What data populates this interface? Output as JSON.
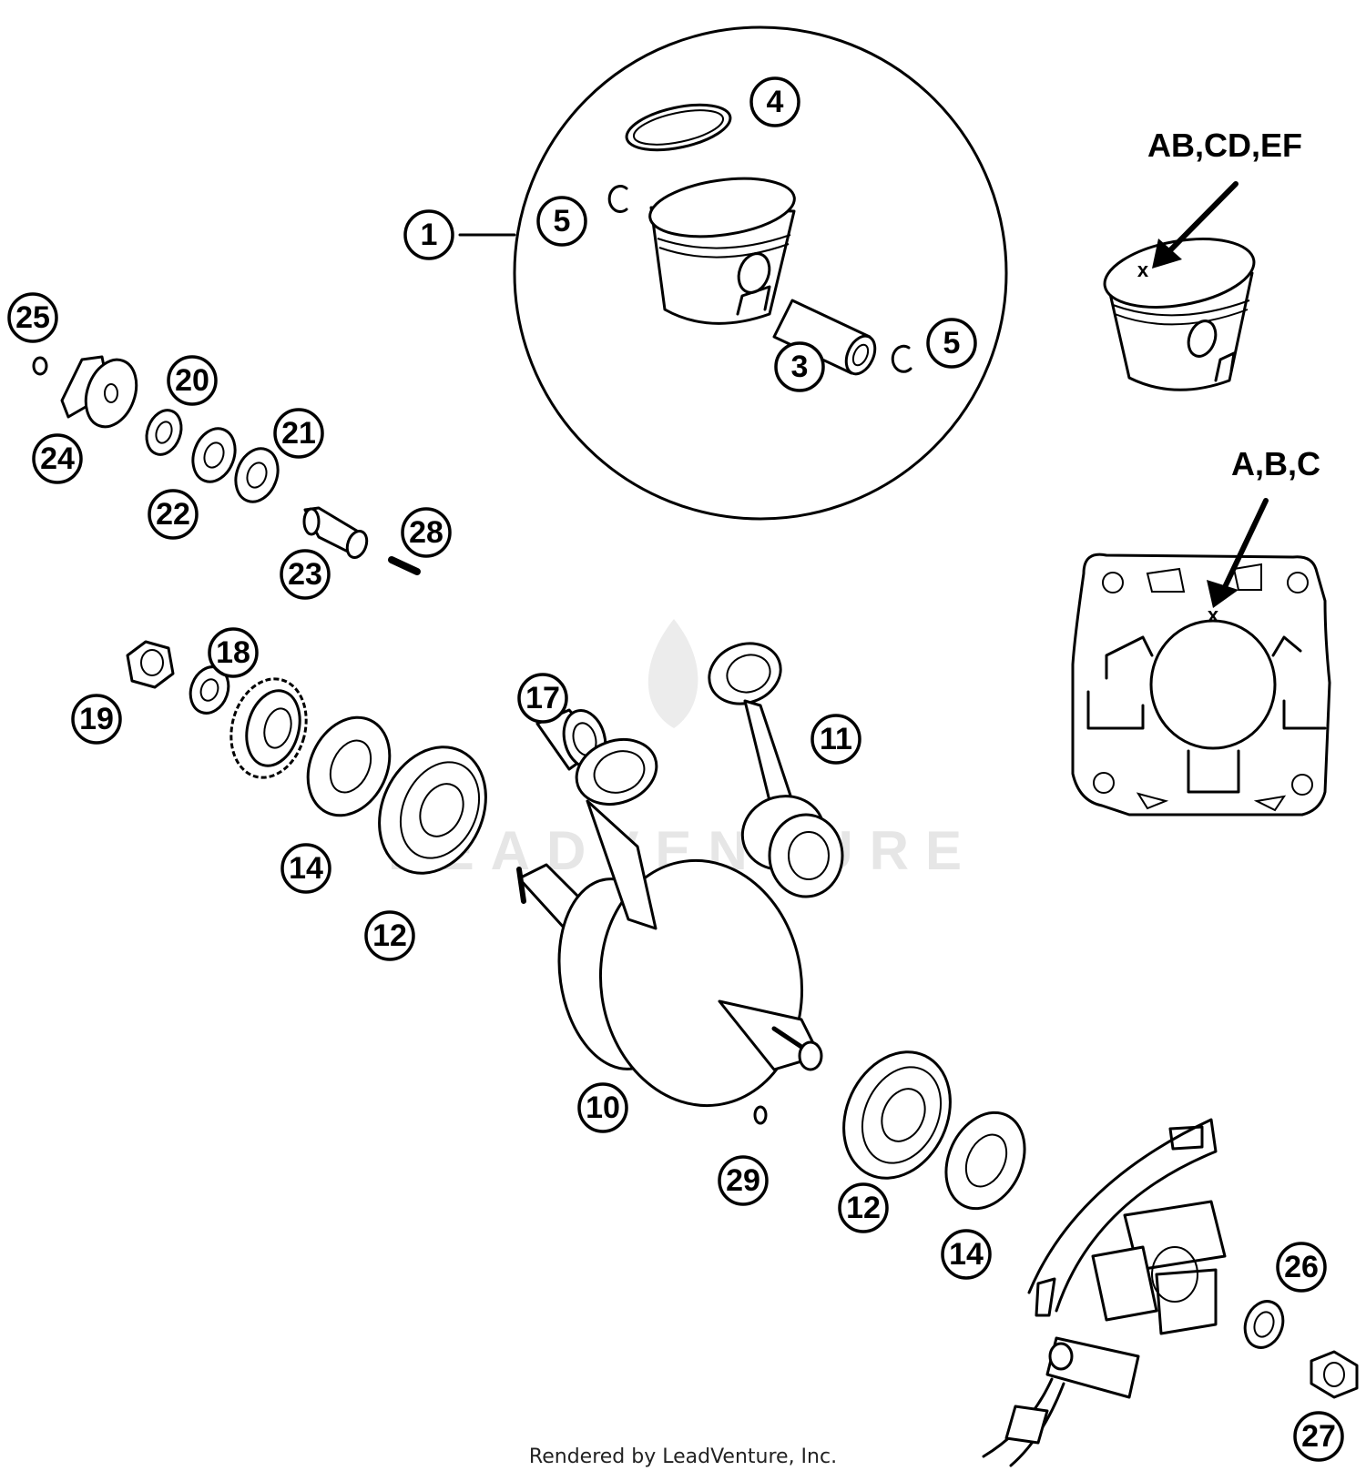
{
  "parts": [
    "1",
    "3",
    "4",
    "5",
    "5",
    "10",
    "11",
    "12",
    "12",
    "14",
    "14",
    "17",
    "18",
    "19",
    "20",
    "21",
    "22",
    "23",
    "24",
    "25",
    "26",
    "27",
    "28",
    "29"
  ],
  "notes": {
    "piston_marking": "AB,CD,EF",
    "cylinder_marking": "A,B,C",
    "mark_symbol": "x"
  },
  "watermark": "LEADVENTURE",
  "footer": "Rendered by LeadVenture, Inc."
}
